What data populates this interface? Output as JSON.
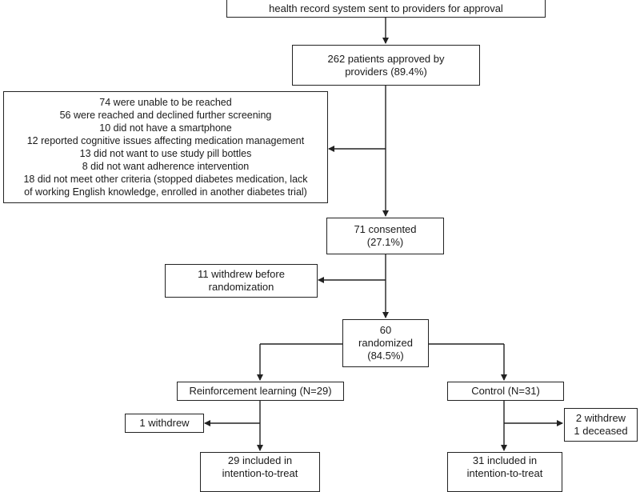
{
  "nodes": {
    "top": {
      "lines": [
        "health record system sent to providers for approval"
      ]
    },
    "approved": {
      "lines": [
        "262 patients approved by",
        "providers (89.4%)"
      ]
    },
    "excluded": {
      "lines": [
        "74 were unable to be reached",
        "56 were reached and declined further screening",
        "10 did not have a smartphone",
        "12 reported cognitive issues affecting medication management",
        "13 did not want to use study pill bottles",
        "8 did not want adherence intervention",
        "18 did not meet other criteria (stopped diabetes medication, lack",
        "of working English knowledge, enrolled in another diabetes trial)"
      ]
    },
    "consented": {
      "lines": [
        "71 consented",
        "(27.1%)"
      ]
    },
    "withdrew_before": {
      "lines": [
        "11 withdrew before",
        "randomization"
      ]
    },
    "randomized": {
      "lines": [
        "60",
        "randomized",
        "(84.5%)"
      ]
    },
    "rl_arm": {
      "lines": [
        "Reinforcement learning (N=29)"
      ]
    },
    "control_arm": {
      "lines": [
        "Control (N=31)"
      ]
    },
    "rl_withdrew": {
      "lines": [
        "1 withdrew"
      ]
    },
    "control_withdrew": {
      "lines": [
        "2 withdrew",
        "1 deceased"
      ]
    },
    "rl_itt": {
      "lines": [
        "29 included in",
        "intention-to-treat"
      ]
    },
    "control_itt": {
      "lines": [
        "31 included in",
        "intention-to-treat"
      ]
    }
  },
  "colors": {
    "line": "#222222",
    "box_border": "#222222"
  }
}
